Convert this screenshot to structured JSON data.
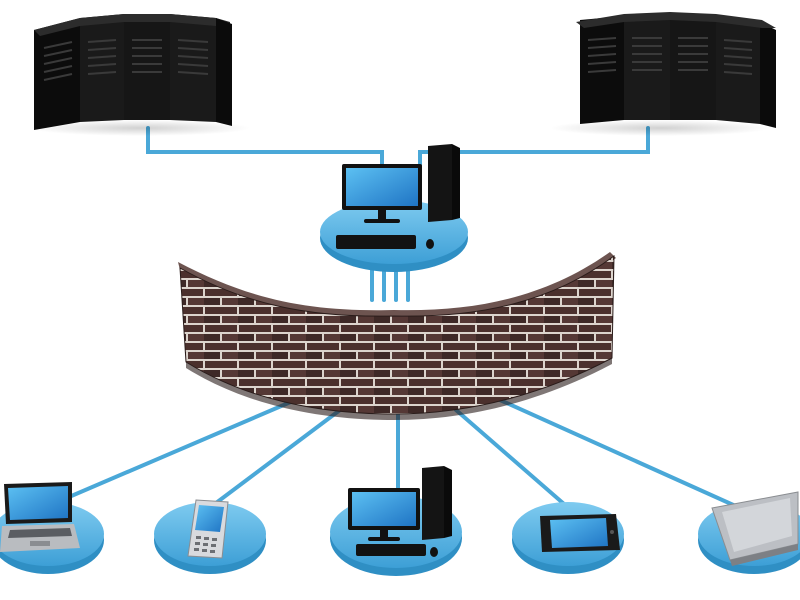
{
  "diagram": {
    "kind": "network-firewall-topology",
    "labels": [],
    "colors": {
      "background": "#ffffff",
      "link": "#4aa8d8",
      "platform": "#5bb7e4",
      "platform_edge": "#2f8fc4",
      "server": "#1b1b1b",
      "brick": "#4a3230",
      "mortar": "#d9d2cc",
      "screen": "#2c8fd6"
    },
    "nodes": {
      "servers": [
        {
          "id": "server-rack-left",
          "icon": "server-rack-icon",
          "units": 4
        },
        {
          "id": "server-rack-right",
          "icon": "server-rack-icon",
          "units": 4
        }
      ],
      "gateway": {
        "id": "admin-workstation",
        "icon": "desktop-computer-icon"
      },
      "firewall": {
        "id": "firewall",
        "icon": "brick-wall-icon"
      },
      "clients": [
        {
          "id": "client-laptop",
          "icon": "laptop-icon"
        },
        {
          "id": "client-smartphone",
          "icon": "smartphone-icon"
        },
        {
          "id": "client-desktop",
          "icon": "desktop-computer-icon"
        },
        {
          "id": "client-tablet",
          "icon": "tablet-icon"
        },
        {
          "id": "client-notebook",
          "icon": "notebook-icon"
        }
      ]
    },
    "connections": [
      [
        "server-rack-left",
        "admin-workstation"
      ],
      [
        "server-rack-right",
        "admin-workstation"
      ],
      [
        "admin-workstation",
        "firewall"
      ],
      [
        "firewall",
        "client-laptop"
      ],
      [
        "firewall",
        "client-smartphone"
      ],
      [
        "firewall",
        "client-desktop"
      ],
      [
        "firewall",
        "client-tablet"
      ],
      [
        "firewall",
        "client-notebook"
      ]
    ]
  }
}
